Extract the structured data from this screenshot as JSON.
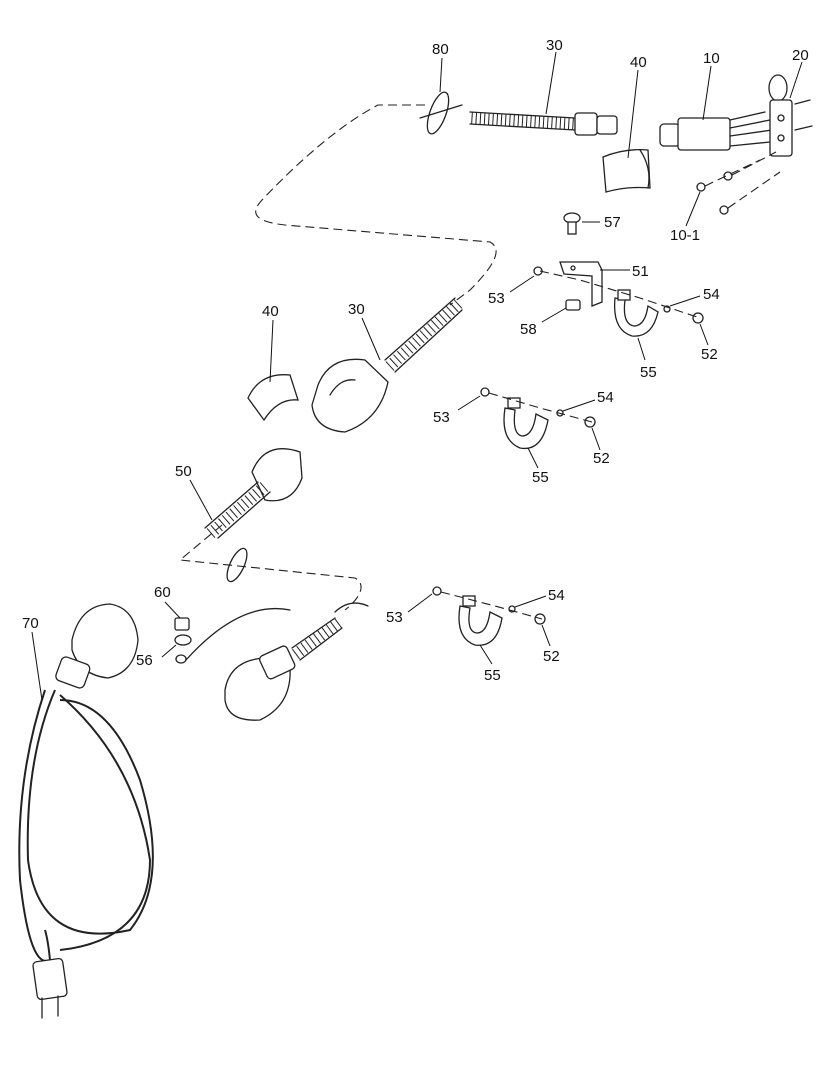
{
  "diagram": {
    "type": "exploded-parts-diagram",
    "parts": [
      {
        "id": "p80",
        "label": "80"
      },
      {
        "id": "p30a",
        "label": "30"
      },
      {
        "id": "p40a",
        "label": "40"
      },
      {
        "id": "p10",
        "label": "10"
      },
      {
        "id": "p20",
        "label": "20"
      },
      {
        "id": "p57",
        "label": "57"
      },
      {
        "id": "p10_1",
        "label": "10-1"
      },
      {
        "id": "p51",
        "label": "51"
      },
      {
        "id": "p53a",
        "label": "53"
      },
      {
        "id": "p54a",
        "label": "54"
      },
      {
        "id": "p58",
        "label": "58"
      },
      {
        "id": "p52a",
        "label": "52"
      },
      {
        "id": "p55a",
        "label": "55"
      },
      {
        "id": "p40b",
        "label": "40"
      },
      {
        "id": "p30b",
        "label": "30"
      },
      {
        "id": "p53b",
        "label": "53"
      },
      {
        "id": "p54b",
        "label": "54"
      },
      {
        "id": "p52b",
        "label": "52"
      },
      {
        "id": "p55b",
        "label": "55"
      },
      {
        "id": "p50",
        "label": "50"
      },
      {
        "id": "p60",
        "label": "60"
      },
      {
        "id": "p70",
        "label": "70"
      },
      {
        "id": "p56",
        "label": "56"
      },
      {
        "id": "p53c",
        "label": "53"
      },
      {
        "id": "p54c",
        "label": "54"
      },
      {
        "id": "p52c",
        "label": "52"
      },
      {
        "id": "p55c",
        "label": "55"
      }
    ]
  },
  "colors": {
    "line": "#222222",
    "background": "#ffffff"
  }
}
